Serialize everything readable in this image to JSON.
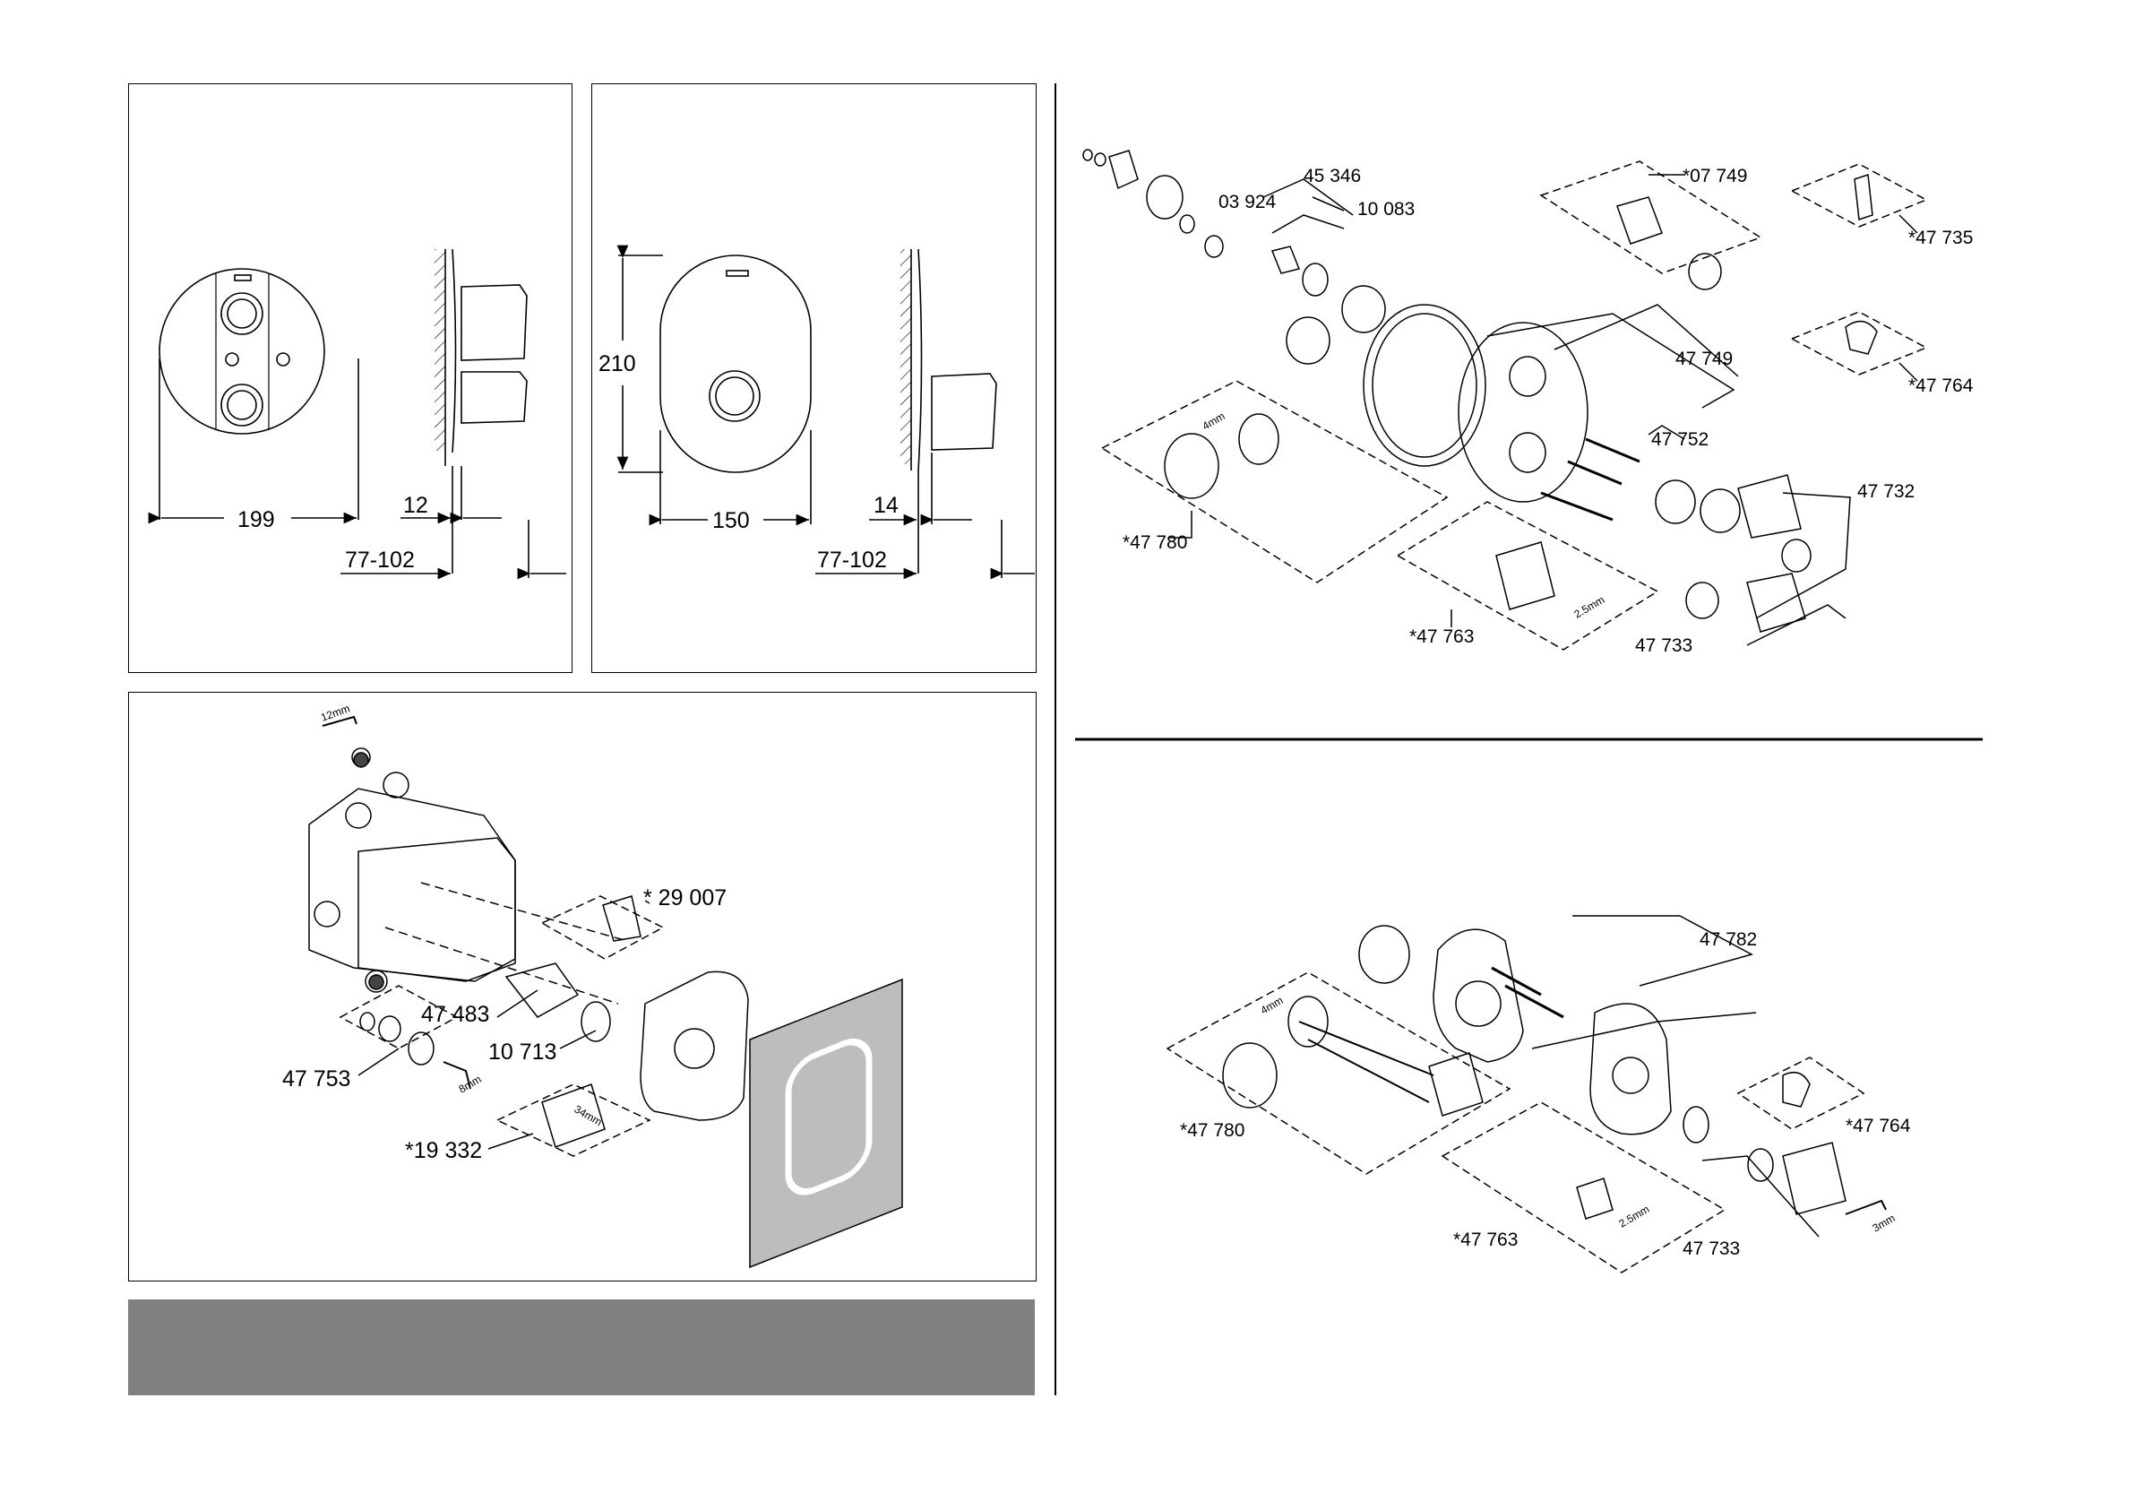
{
  "colors": {
    "line": "#000000",
    "bar_grey": "#808080",
    "plate_grey": "#bdbdbd",
    "part_grey": "#d9d9d9"
  },
  "dims_round": {
    "width": "199",
    "depth_min": "12",
    "install": "77-102"
  },
  "dims_oval": {
    "height": "210",
    "width": "150",
    "depth_min": "14",
    "install": "77-102"
  },
  "body_labels": {
    "p1": "* 29 007",
    "p2": "47 483",
    "p3": "10 713",
    "p4": "47 753",
    "p5": "*19 332",
    "tool1": "12mm",
    "tool2": "8mm",
    "tool3": "34mm"
  },
  "top_right": {
    "l1": "45 346",
    "l2": "03 924",
    "l3": "10 083",
    "l4": "*07 749",
    "l5": "*47 735",
    "l6": "47 749",
    "l7": "*47 764",
    "l8": "47 752",
    "l9": "47 732",
    "l10": "*47 780",
    "l11": "*47 763",
    "l12": "47 733",
    "tool1": "4mm",
    "tool2": "2.5mm"
  },
  "bottom_right": {
    "l1": "47 782",
    "l2": "*47 780",
    "l3": "*47 764",
    "l4": "*47 763",
    "l5": "47 733",
    "tool1": "4mm",
    "tool2": "2.5mm",
    "tool3": "3mm"
  }
}
